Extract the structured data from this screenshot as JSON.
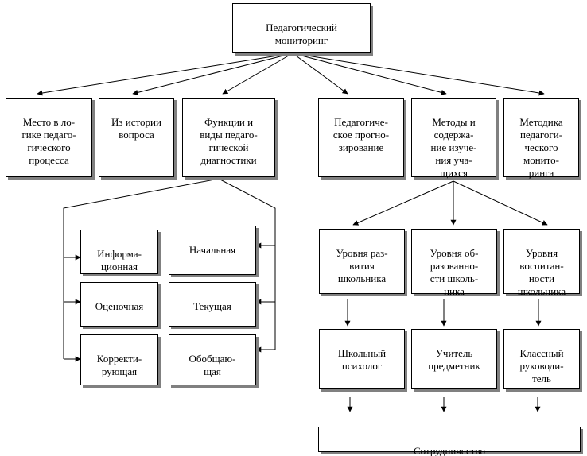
{
  "diagram": {
    "root": "Педагогический\nмониторинг",
    "level1": [
      "Место в ло-\nгике педаго-\nгического\nпроцесса",
      "Из истории\nвопроса",
      "Функции и\nвиды педаго-\nгической\nдиагностики",
      "Педагогиче-\nское прогно-\nзирование",
      "Методы и\nсодержа-\nние изуче-\nния уча-\nщихся",
      "Методика\nпедагоги-\nческого\nмонито-\nринга"
    ],
    "functions": [
      "Информа-\nционная",
      "Оценочная",
      "Корректи-\nрующая"
    ],
    "kinds": [
      "Начальная",
      "Текущая",
      "Обобщаю-\nщая"
    ],
    "levels": [
      "Уровня раз-\nвития\nшкольника",
      "Уровня об-\nразованно-\nсти школь-\nника",
      "Уровня\nвоспитан-\nности\nшкольника"
    ],
    "actors": [
      "Школьный\nпсихолог",
      "Учитель\nпредметник",
      "Классный\nруководи-\nтель"
    ],
    "bottom": "Сотрудничество"
  }
}
